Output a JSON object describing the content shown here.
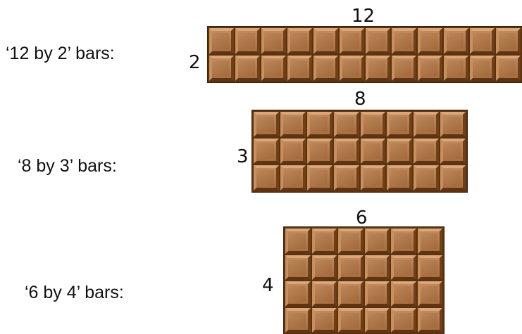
{
  "rows": [
    {
      "label": "‘12 by 2’ bars:",
      "width_label": "12",
      "height_label": "2",
      "columns": 12,
      "rows": 2
    },
    {
      "label": "‘8 by 3’ bars:",
      "width_label": "8",
      "height_label": "3",
      "columns": 8,
      "rows": 3
    },
    {
      "label": "‘6 by 4’ bars:",
      "width_label": "6",
      "height_label": "4",
      "columns": 6,
      "rows": 4
    }
  ],
  "colors": {
    "chocolate": "#b07a4b",
    "chocolate_dark": "#5a3210"
  }
}
